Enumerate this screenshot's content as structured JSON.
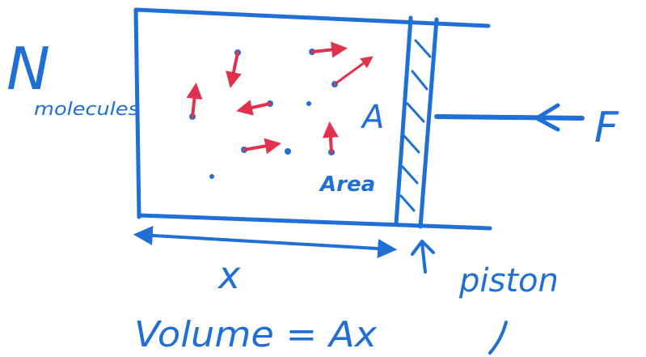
{
  "labels": {
    "n": "N",
    "molecules": "molecules",
    "area": "A",
    "area_word": "Area",
    "force": "F",
    "length": "x",
    "piston": "piston",
    "volume": "Volume = Ax"
  },
  "colors": {
    "ink_blue": "#1f6fd6",
    "ink_red": "#e0324e",
    "background": "#ffffff"
  }
}
